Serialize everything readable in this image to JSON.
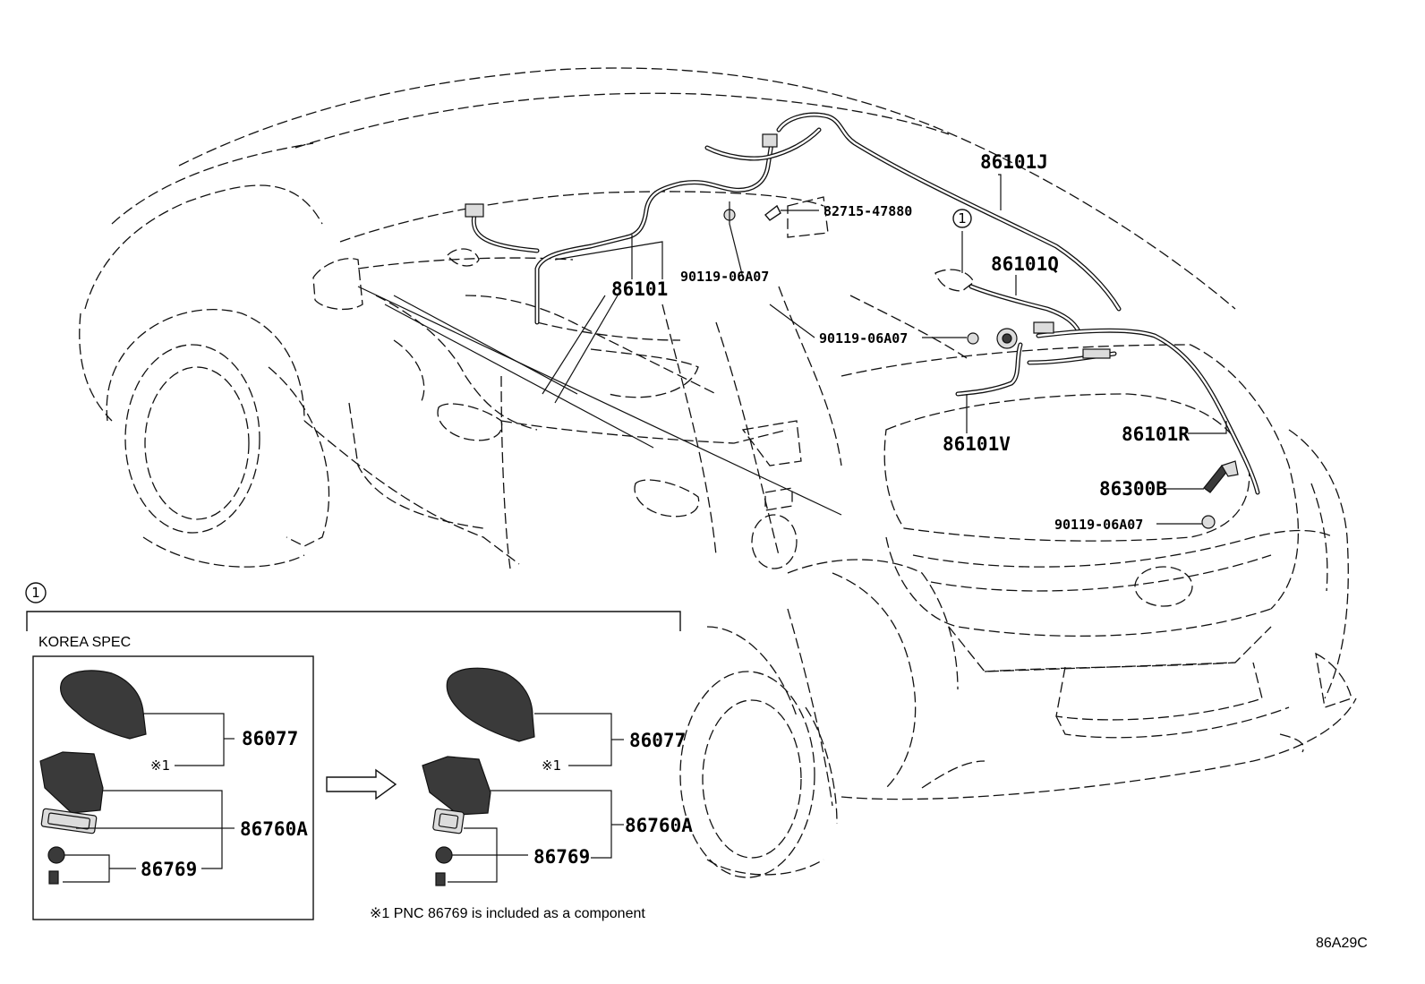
{
  "diagram_code": "86A29C",
  "callout_1": "1",
  "labels": {
    "p86101J": "86101J",
    "p82715": "82715-47880",
    "p86101": "86101",
    "p90119_a": "90119-06A07",
    "p86101Q": "86101Q",
    "p90119_b": "90119-06A07",
    "p86101V": "86101V",
    "p86101R": "86101R",
    "p86300B": "86300B",
    "p90119_c": "90119-06A07"
  },
  "inset": {
    "callout": "1",
    "region": "KOREA SPEC",
    "left": {
      "p86077": "86077",
      "p86760A": "86760A",
      "p86769": "86769",
      "note_mark": "※1"
    },
    "right": {
      "p86077": "86077",
      "p86760A": "86760A",
      "p86769": "86769",
      "note_mark": "※1"
    },
    "footnote": "※1 PNC 86769 is included as a component"
  }
}
